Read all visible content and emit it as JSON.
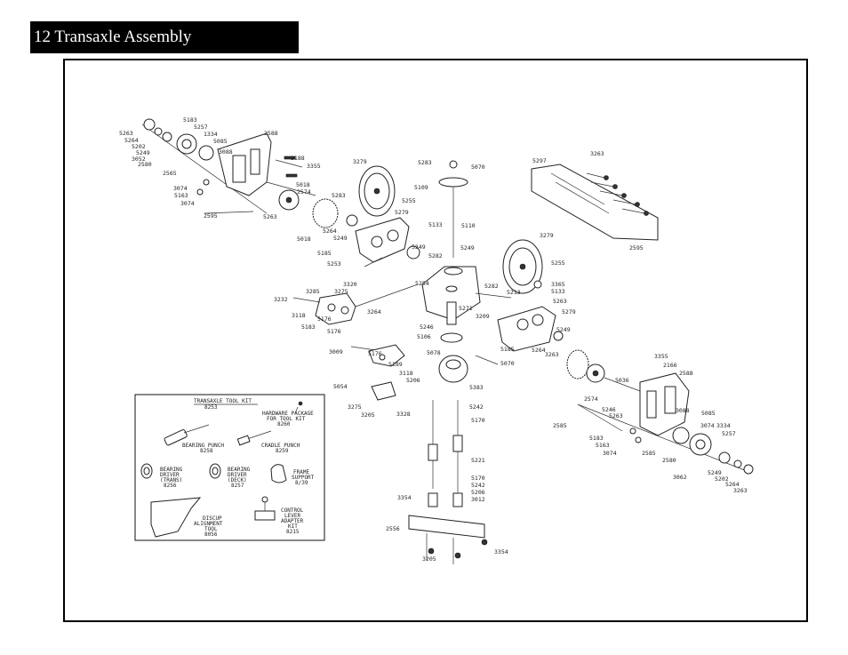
{
  "header": {
    "title": "12 Transaxle Assembly"
  },
  "kit": {
    "title": "TRANSAXLE TOOL KIT",
    "number": "8253",
    "hardware": [
      "HARDWARE PACKAGE",
      "FOR TOOL KIT",
      "8260"
    ],
    "bearing_punch": [
      "BEARING PUNCH",
      "8258"
    ],
    "cradle_punch": [
      "CRADLE PUNCH",
      "8259"
    ],
    "bearing_driver_trans": [
      "BEARING",
      "DRIVER",
      "(TRANS)",
      "8256"
    ],
    "bearing_driver_deck": [
      "BEARING",
      "DRIVER",
      "(DECK)",
      "8257"
    ],
    "frame_support": [
      "FRAME",
      "SUPPORT",
      "8/39"
    ],
    "disc_tool": [
      "DISCUP",
      "ALIGNMENT",
      "TOOL",
      "8056"
    ],
    "control_lever": [
      "CONTROL",
      "LEVER",
      "ADAPTER",
      "KIT",
      "8215"
    ]
  },
  "parts": [
    "5183",
    "5257",
    "1334",
    "5085",
    "2588",
    "5263",
    "5264",
    "5202",
    "5249",
    "3052",
    "2580",
    "3088",
    "2188",
    "3355",
    "2565",
    "3074",
    "5163",
    "3074",
    "5018",
    "2574",
    "2595",
    "5263",
    "3279",
    "5283",
    "5070",
    "5109",
    "5297",
    "3263",
    "5283",
    "5255",
    "5264",
    "5279",
    "5133",
    "5249",
    "5018",
    "5110",
    "5185",
    "5249",
    "5282",
    "5253",
    "5249",
    "3279",
    "2595",
    "5255",
    "3320",
    "5254",
    "5282",
    "5213",
    "3365",
    "5133",
    "3285",
    "3275",
    "3264",
    "5263",
    "3232",
    "5271",
    "3209",
    "5279",
    "3118",
    "5176",
    "5249",
    "5183",
    "5176",
    "5185",
    "5246",
    "5106",
    "5264",
    "3009",
    "5176",
    "5078",
    "5070",
    "5189",
    "3263",
    "3118",
    "5206",
    "3355",
    "5054",
    "5383",
    "2166",
    "2588",
    "3275",
    "3205",
    "3328",
    "5242",
    "5170",
    "5036",
    "2574",
    "5246",
    "5263",
    "3088",
    "5085",
    "2585",
    "3074",
    "3334",
    "5257",
    "5183",
    "5163",
    "3074",
    "5221",
    "2585",
    "2580",
    "5249",
    "5170",
    "5242",
    "5206",
    "3012",
    "3062",
    "5202",
    "5264",
    "3263",
    "3354",
    "2556",
    "3354",
    "3205"
  ]
}
